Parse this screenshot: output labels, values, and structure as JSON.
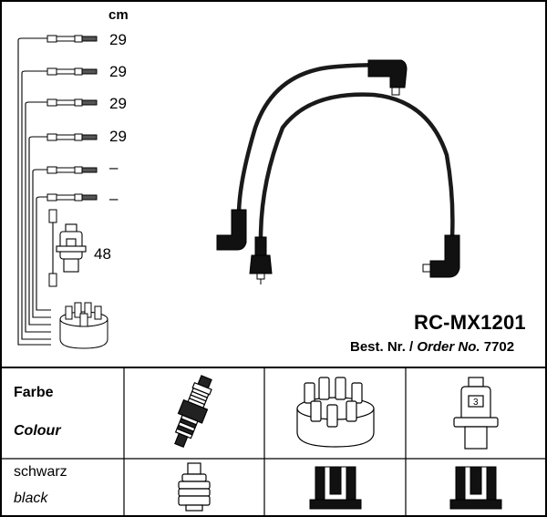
{
  "unit_label": "cm",
  "wire_lengths": [
    "29",
    "29",
    "29",
    "29",
    "–",
    "–"
  ],
  "coil_length": "48",
  "product_code": "RC-MX1201",
  "order": {
    "prefix": "Best. Nr. /",
    "label_en": "Order No.",
    "number": "7702"
  },
  "table": {
    "header_de": "Farbe",
    "header_en": "Colour",
    "color_de": "schwarz",
    "color_en": "black",
    "columns": [
      "spark-plug",
      "distributor-cap",
      "ignition-coil"
    ]
  },
  "colors": {
    "ink": "#000000",
    "cable": "#1a1a1a",
    "background": "#ffffff"
  }
}
